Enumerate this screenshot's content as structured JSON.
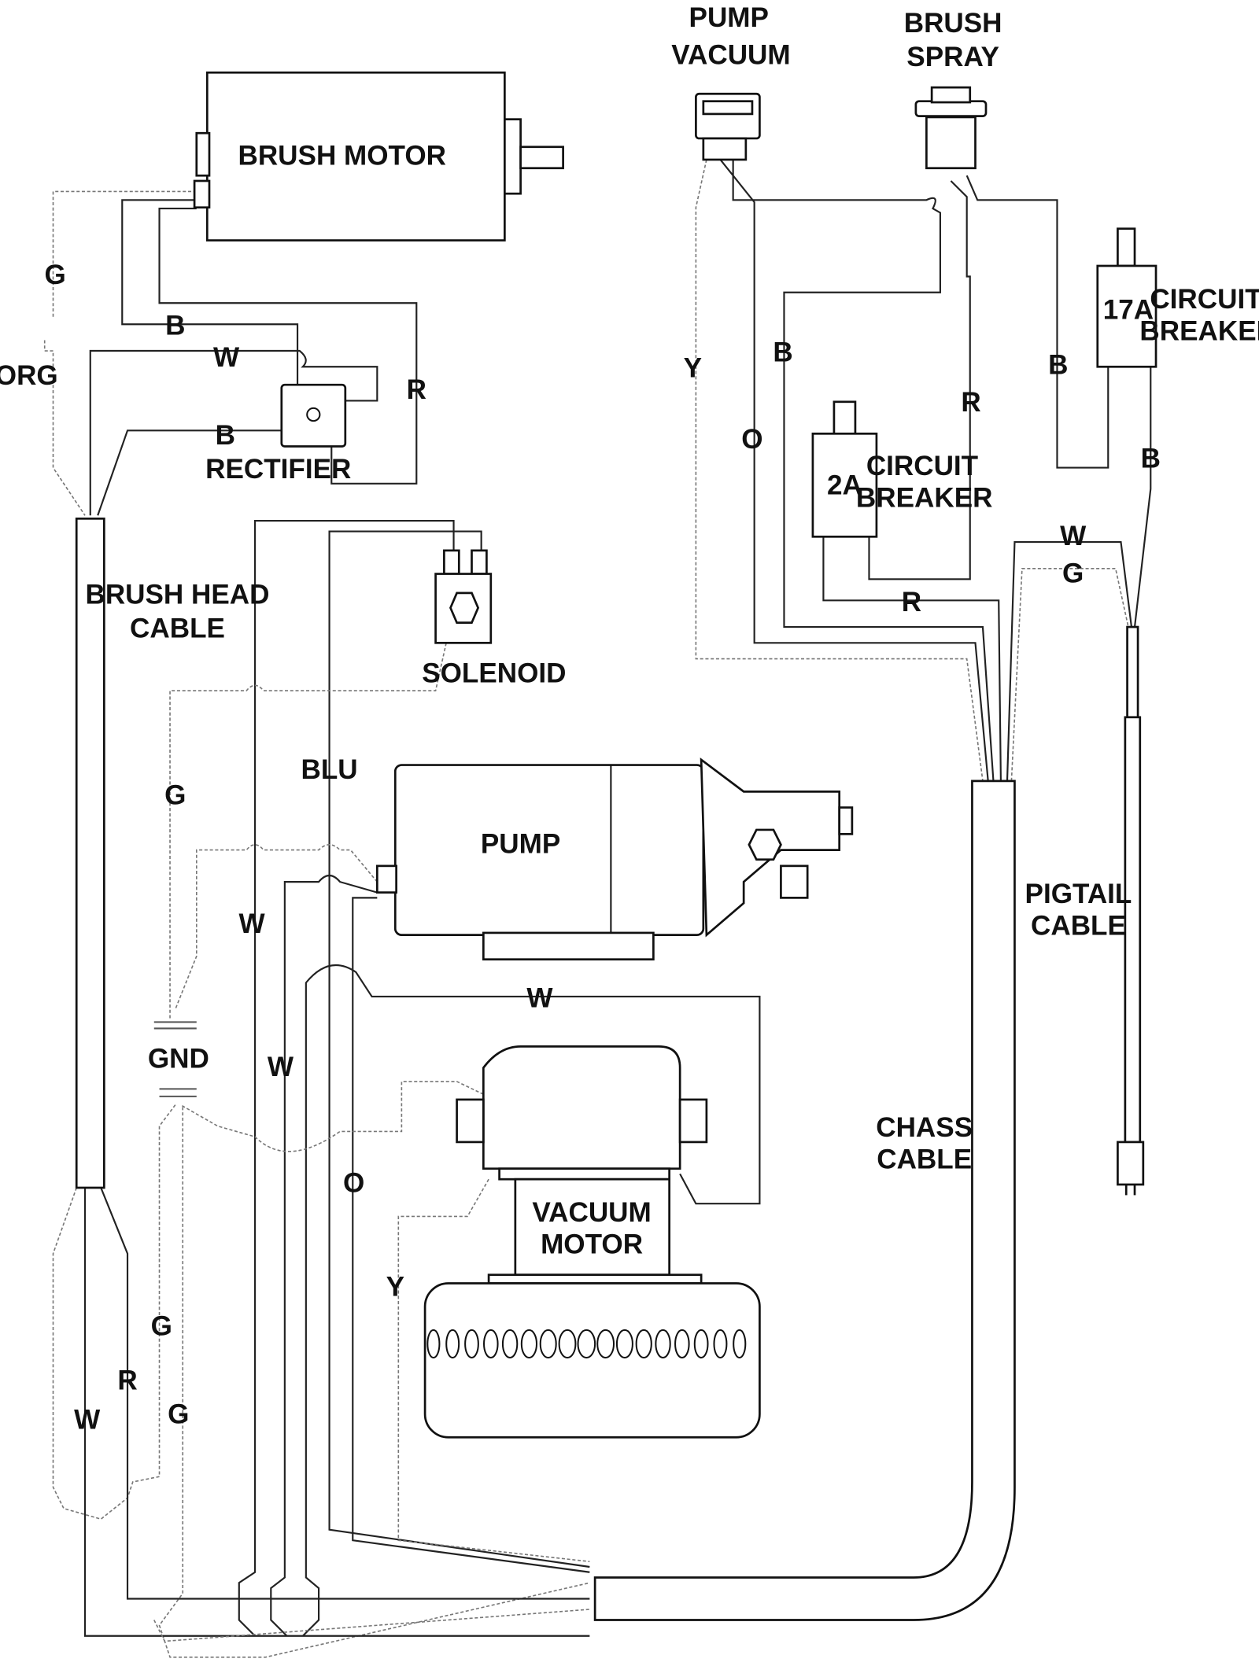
{
  "diagram": {
    "components": {
      "brush_motor": "BRUSH MOTOR",
      "rectifier": "RECTIFIER",
      "pump_vacuum_switch": [
        "PUMP",
        "VACUUM"
      ],
      "brush_spray_switch": [
        "BRUSH",
        "SPRAY"
      ],
      "breaker_17a_rating": "17A",
      "breaker_17a_label": [
        "CIRCUIT",
        "BREAKER"
      ],
      "breaker_2a_rating": "2A",
      "breaker_2a_label": [
        "CIRCUIT",
        "BREAKER"
      ],
      "brush_head_cable": [
        "BRUSH HEAD",
        "CABLE"
      ],
      "solenoid": "SOLENOID",
      "pump": "PUMP",
      "pigtail_cable": [
        "PIGTAIL",
        "CABLE"
      ],
      "gnd": "GND",
      "chass_cable": [
        "CHASS",
        "CABLE"
      ],
      "vacuum_motor": [
        "VACUUM",
        "MOTOR"
      ]
    },
    "wire_labels": {
      "g_brush_motor": "G",
      "org": "ORG",
      "b_rect_top": "B",
      "w_rect": "W",
      "r_rect": "R",
      "b_rect_left": "B",
      "y_switch": "Y",
      "o_switch": "O",
      "b_spray": "B",
      "r_spray": "R",
      "b_17a_in": "B",
      "b_17a_out": "B",
      "w_pigtail": "W",
      "g_pigtail": "G",
      "r_2a": "R",
      "g_solenoid": "G",
      "blu": "BLU",
      "w_pump_left": "W",
      "w_vac_left": "W",
      "w_vac_top": "W",
      "o_vac": "O",
      "y_vac": "Y",
      "g_lower_1": "G",
      "g_lower_2": "G",
      "w_lower": "W",
      "r_lower": "R"
    }
  }
}
